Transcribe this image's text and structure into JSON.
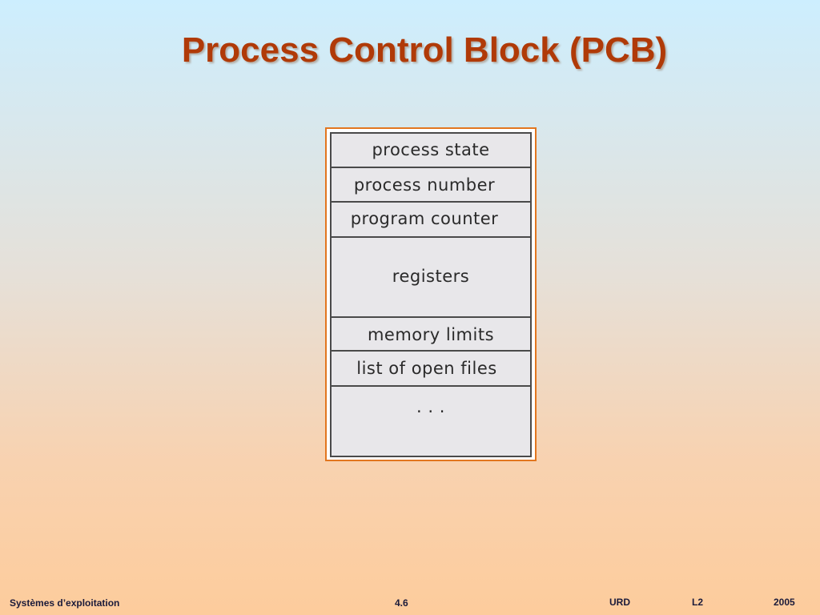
{
  "slide": {
    "title": "Process Control Block (PCB)"
  },
  "pcb": {
    "rows": [
      "process state",
      "process number",
      "program counter",
      "registers",
      "memory limits",
      "list of open files",
      ". . ."
    ]
  },
  "footer": {
    "course": "Systèmes d’exploitation",
    "page": "4.6",
    "org": "URD",
    "level": "L2",
    "year": "2005"
  },
  "colors": {
    "title": "#b03a08",
    "frame_border": "#e2761f",
    "box_fill": "#e8e7ea"
  }
}
